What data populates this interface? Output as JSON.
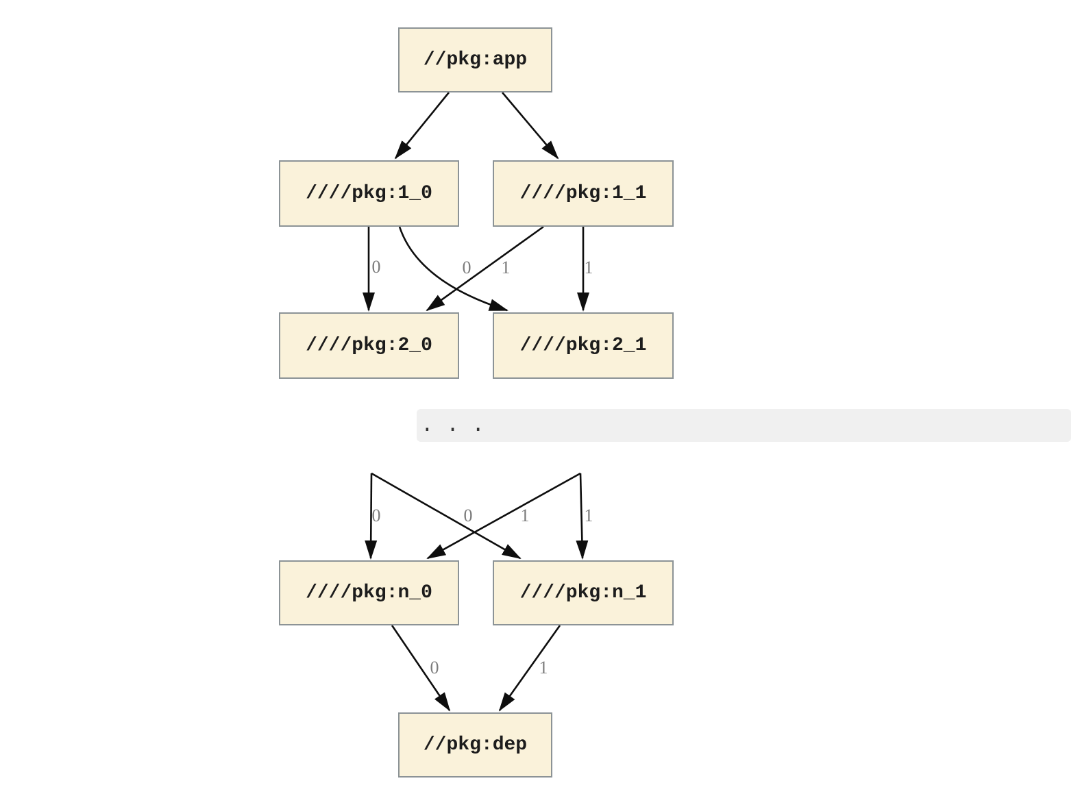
{
  "diagram": {
    "type": "dependency-graph",
    "nodes": [
      {
        "id": "app",
        "label": "//pkg:app"
      },
      {
        "id": "1_0",
        "label": "////pkg:1_0"
      },
      {
        "id": "1_1",
        "label": "////pkg:1_1"
      },
      {
        "id": "2_0",
        "label": "////pkg:2_0"
      },
      {
        "id": "2_1",
        "label": "////pkg:2_1"
      },
      {
        "id": "n_0",
        "label": "////pkg:n_0"
      },
      {
        "id": "n_1",
        "label": "////pkg:n_1"
      },
      {
        "id": "dep",
        "label": "//pkg:dep"
      }
    ],
    "ellipsis": ". . .",
    "edges": [
      {
        "from": "app",
        "to": "1_0",
        "label": ""
      },
      {
        "from": "app",
        "to": "1_1",
        "label": ""
      },
      {
        "from": "1_0",
        "to": "2_0",
        "label": "0"
      },
      {
        "from": "1_1",
        "to": "2_0",
        "label": "0"
      },
      {
        "from": "1_0",
        "to": "2_1",
        "label": "1"
      },
      {
        "from": "1_1",
        "to": "2_1",
        "label": "1"
      },
      {
        "from": "...",
        "to": "n_0",
        "label": "0"
      },
      {
        "from": "...",
        "to": "n_0",
        "label": "0"
      },
      {
        "from": "...",
        "to": "n_1",
        "label": "1"
      },
      {
        "from": "...",
        "to": "n_1",
        "label": "1"
      },
      {
        "from": "n_0",
        "to": "dep",
        "label": "0"
      },
      {
        "from": "n_1",
        "to": "dep",
        "label": "1"
      }
    ],
    "colors": {
      "node_fill": "#FAF2DA",
      "node_border": "#8C9396",
      "edge": "#0E0E0E",
      "edge_label": "#7B7B7B",
      "ellipsis_bg": "#F0F0F0",
      "ellipsis_text": "#333333"
    }
  }
}
